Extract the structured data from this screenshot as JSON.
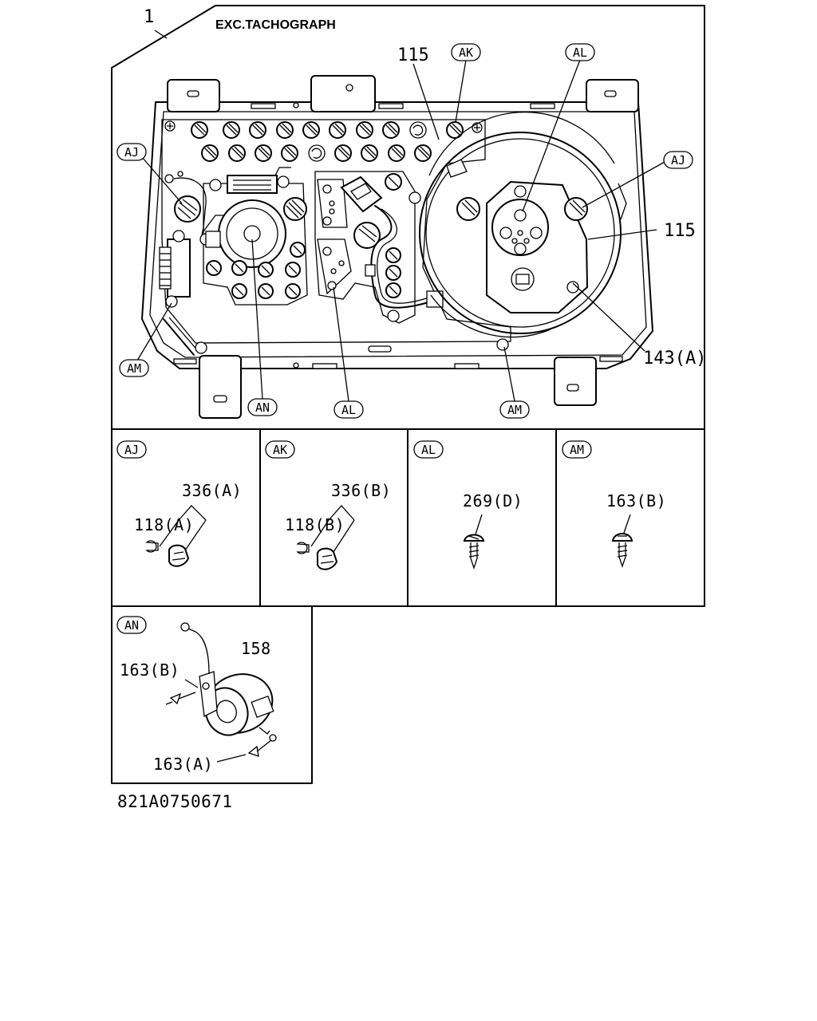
{
  "diagram": {
    "assembly_number": "1",
    "caption": "EXC.TACHOGRAPH",
    "footer_code": "821A0750671",
    "main_labels": {
      "label_115_top": "115",
      "label_115_right": "115",
      "label_143a": "143(A)"
    },
    "badges": {
      "AJ": "AJ",
      "AK": "AK",
      "AL": "AL",
      "AM": "AM",
      "AN": "AN"
    },
    "detail_panels": {
      "aj": {
        "title": "AJ",
        "part_a": "336(A)",
        "part_b": "118(A)"
      },
      "ak": {
        "title": "AK",
        "part_a": "336(B)",
        "part_b": "118(B)"
      },
      "al": {
        "title": "AL",
        "part_a": "269(D)"
      },
      "am": {
        "title": "AM",
        "part_a": "163(B)"
      },
      "an": {
        "title": "AN",
        "part_a": "158",
        "part_b": "163(B)",
        "part_c": "163(A)"
      }
    }
  }
}
